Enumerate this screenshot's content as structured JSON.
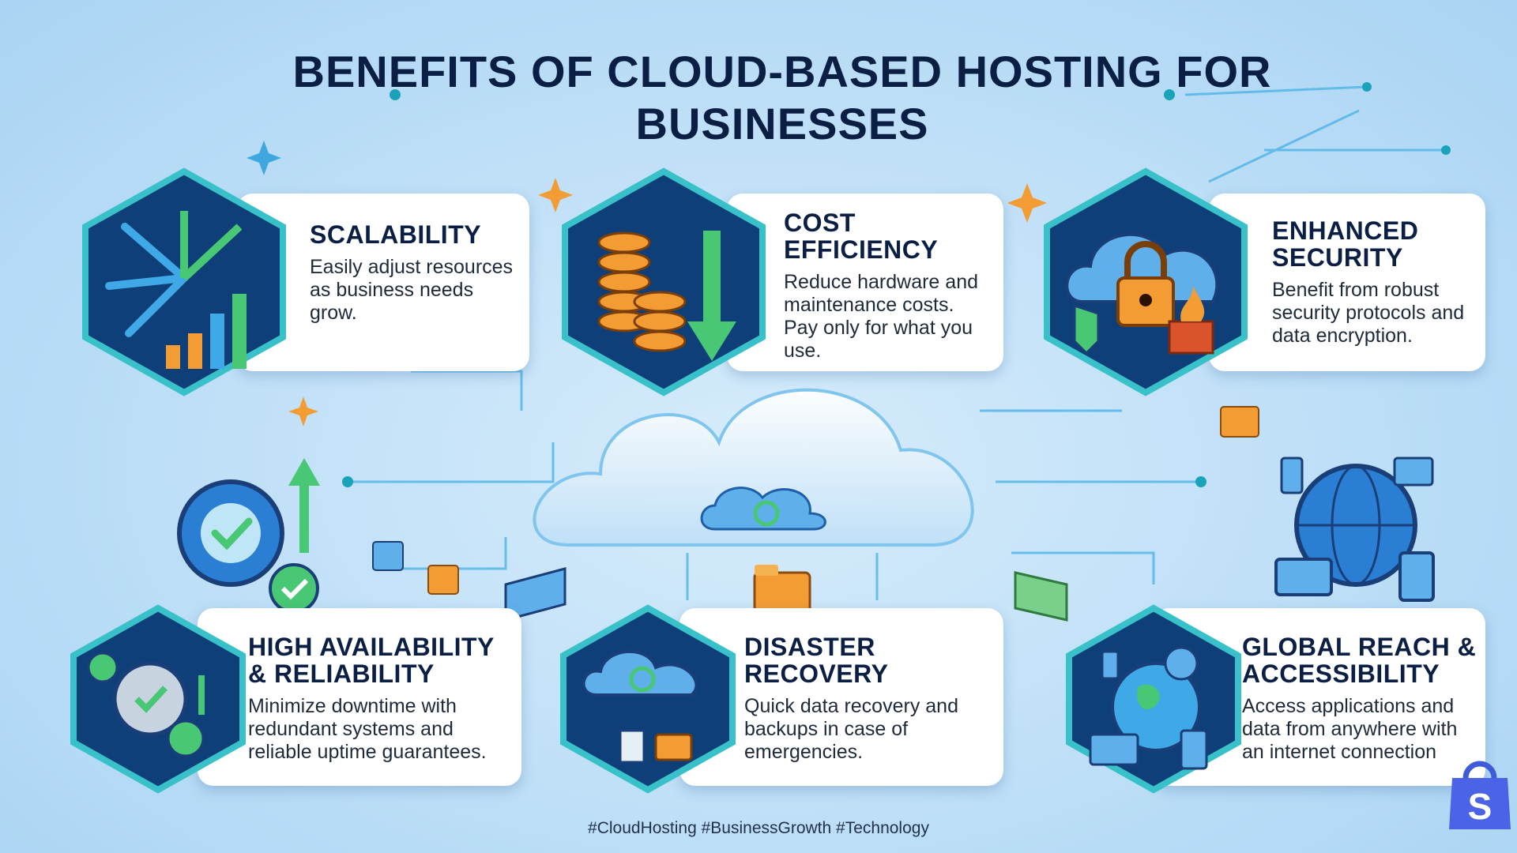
{
  "title": "BENEFITS OF CLOUD-BASED HOSTING FOR BUSINESSES",
  "cards": [
    {
      "title": "SCALABILITY",
      "desc": "Easily adjust resources as business needs grow.",
      "icon": "scalability-arrows-chart-icon"
    },
    {
      "title": "COST EFFICIENCY",
      "desc": "Reduce hardware and maintenance costs. Pay only for what you use.",
      "icon": "coins-down-arrow-icon"
    },
    {
      "title": "ENHANCED SECURITY",
      "desc": "Benefit from robust security protocols and data encryption.",
      "icon": "cloud-lock-firewall-icon"
    },
    {
      "title": "HIGH AVAILABILITY & RELIABILITY",
      "desc": "Minimize downtime with redundant systems and reliable uptime guarantees.",
      "icon": "gear-check-uptime-icon"
    },
    {
      "title": "DISASTER RECOVERY",
      "desc": "Quick data recovery and backups in case of emergencies.",
      "icon": "cloud-recycle-backup-icon"
    },
    {
      "title": "GLOBAL REACH & ACCESSIBILITY",
      "desc": "Access applications and data from anywhere with an internet connection",
      "icon": "globe-devices-icon"
    }
  ],
  "hashtags": "#CloudHosting #BusinessGrowth #Technology",
  "colors": {
    "navy": "#0b1f44",
    "teal": "#1aa3b8",
    "green": "#48c774",
    "orange": "#f39c34",
    "blue": "#2a7fd4"
  }
}
